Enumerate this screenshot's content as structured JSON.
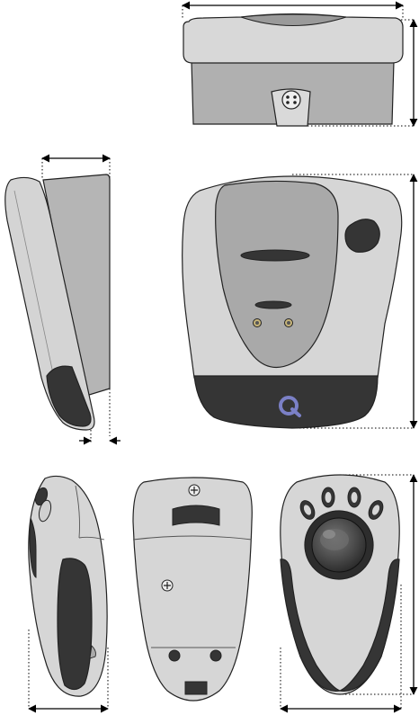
{
  "figure": {
    "logo_text": "Q",
    "views": [
      "top-view",
      "left-side-view",
      "front-view",
      "right-side-view",
      "bottom-view",
      "top-down-view"
    ]
  },
  "colors": {
    "outline": "#222222",
    "light_gray": "#d6d6d6",
    "mid_gray": "#b3b3b3",
    "dark_gray": "#9a9a9a",
    "charcoal": "#353535",
    "logo_blue": "#7b80c6",
    "dimension_line": "#000000"
  }
}
